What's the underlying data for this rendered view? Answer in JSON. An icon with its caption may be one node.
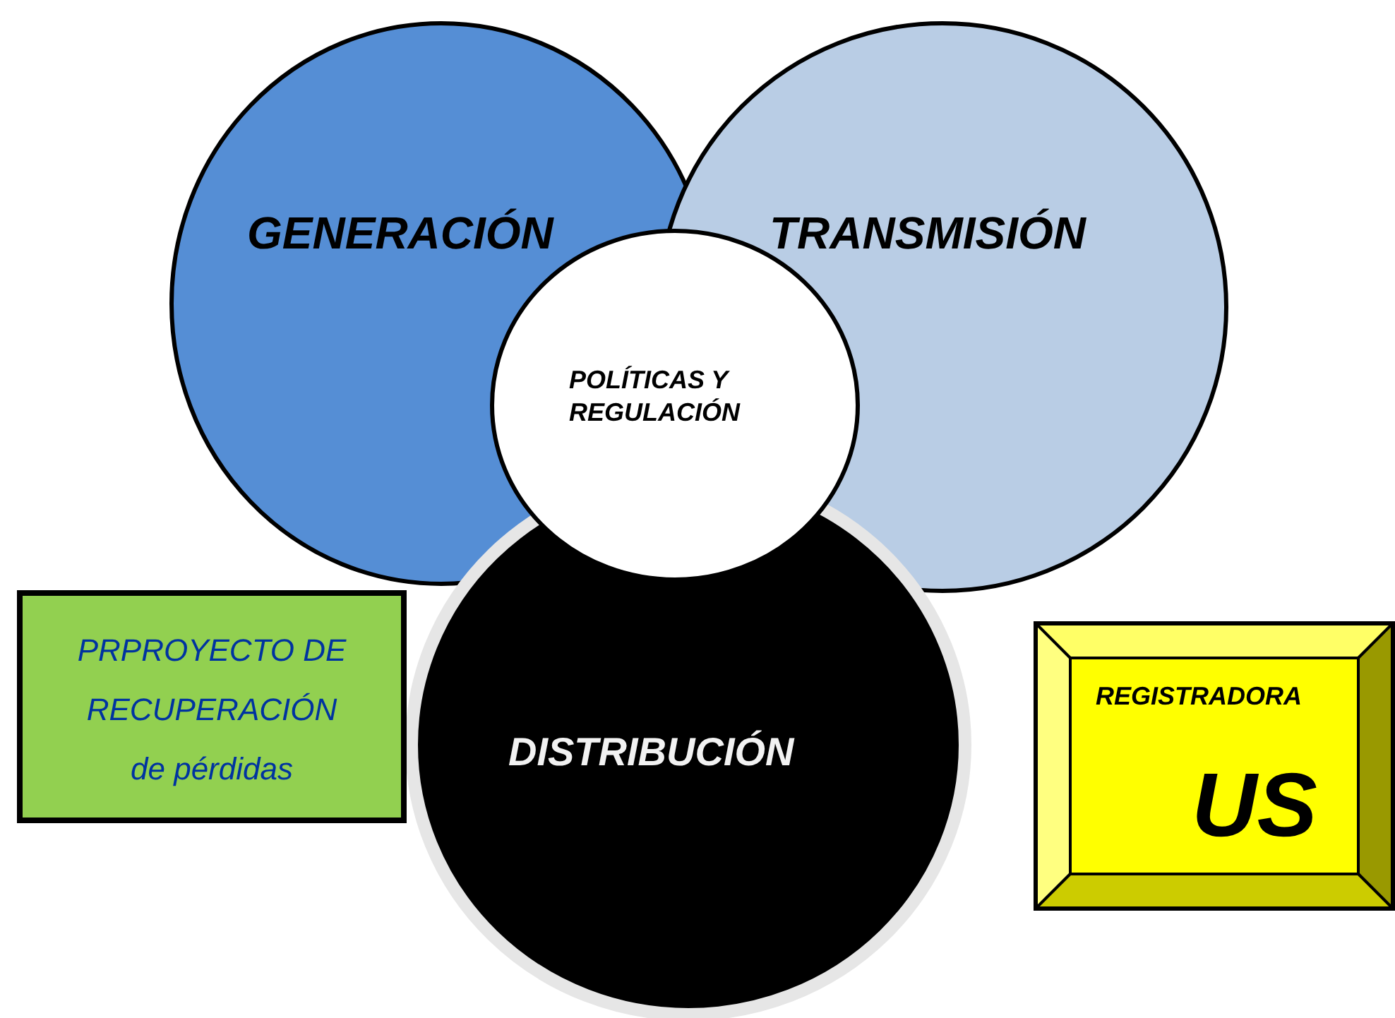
{
  "diagram": {
    "nodes": [
      {
        "text": [
          "GENERACIÓN"
        ]
      },
      {
        "text": [
          "TRANSMISIÓN"
        ]
      },
      {
        "text": [
          "POLÍTICAS Y REGULACIÓN"
        ]
      },
      {
        "text": [
          "PRPROYECTO DE RECUPERACIÓN de pérdidas"
        ]
      },
      {
        "text": [
          "DISTRIBUCIÓN"
        ]
      },
      {
        "text": [
          "REGISTRADORA",
          "US"
        ]
      }
    ],
    "edges": []
  }
}
